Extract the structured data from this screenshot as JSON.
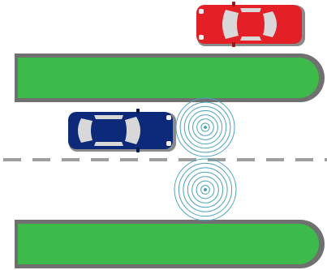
{
  "scene": {
    "background_color": "#ffffff",
    "median_top": {
      "fill_color": "#3dbb4a",
      "border_color": "#707070"
    },
    "median_bottom": {
      "fill_color": "#3dbb4a",
      "border_color": "#707070"
    },
    "lane_divider": {
      "color": "#9e9e9e",
      "style": "dashed"
    },
    "red_car": {
      "body_color": "#e41f26",
      "glass_color": "#d8d8d8",
      "direction": "left"
    },
    "blue_car": {
      "body_color": "#0d2a7a",
      "glass_color": "#d8d8d8",
      "direction": "right"
    },
    "signal_rings": [
      {
        "name": "sensor-waves-upper",
        "ring_color": "#4aa3b8",
        "ring_count": 7
      },
      {
        "name": "sensor-waves-lower",
        "ring_color": "#4aa3b8",
        "ring_count": 7
      }
    ]
  }
}
